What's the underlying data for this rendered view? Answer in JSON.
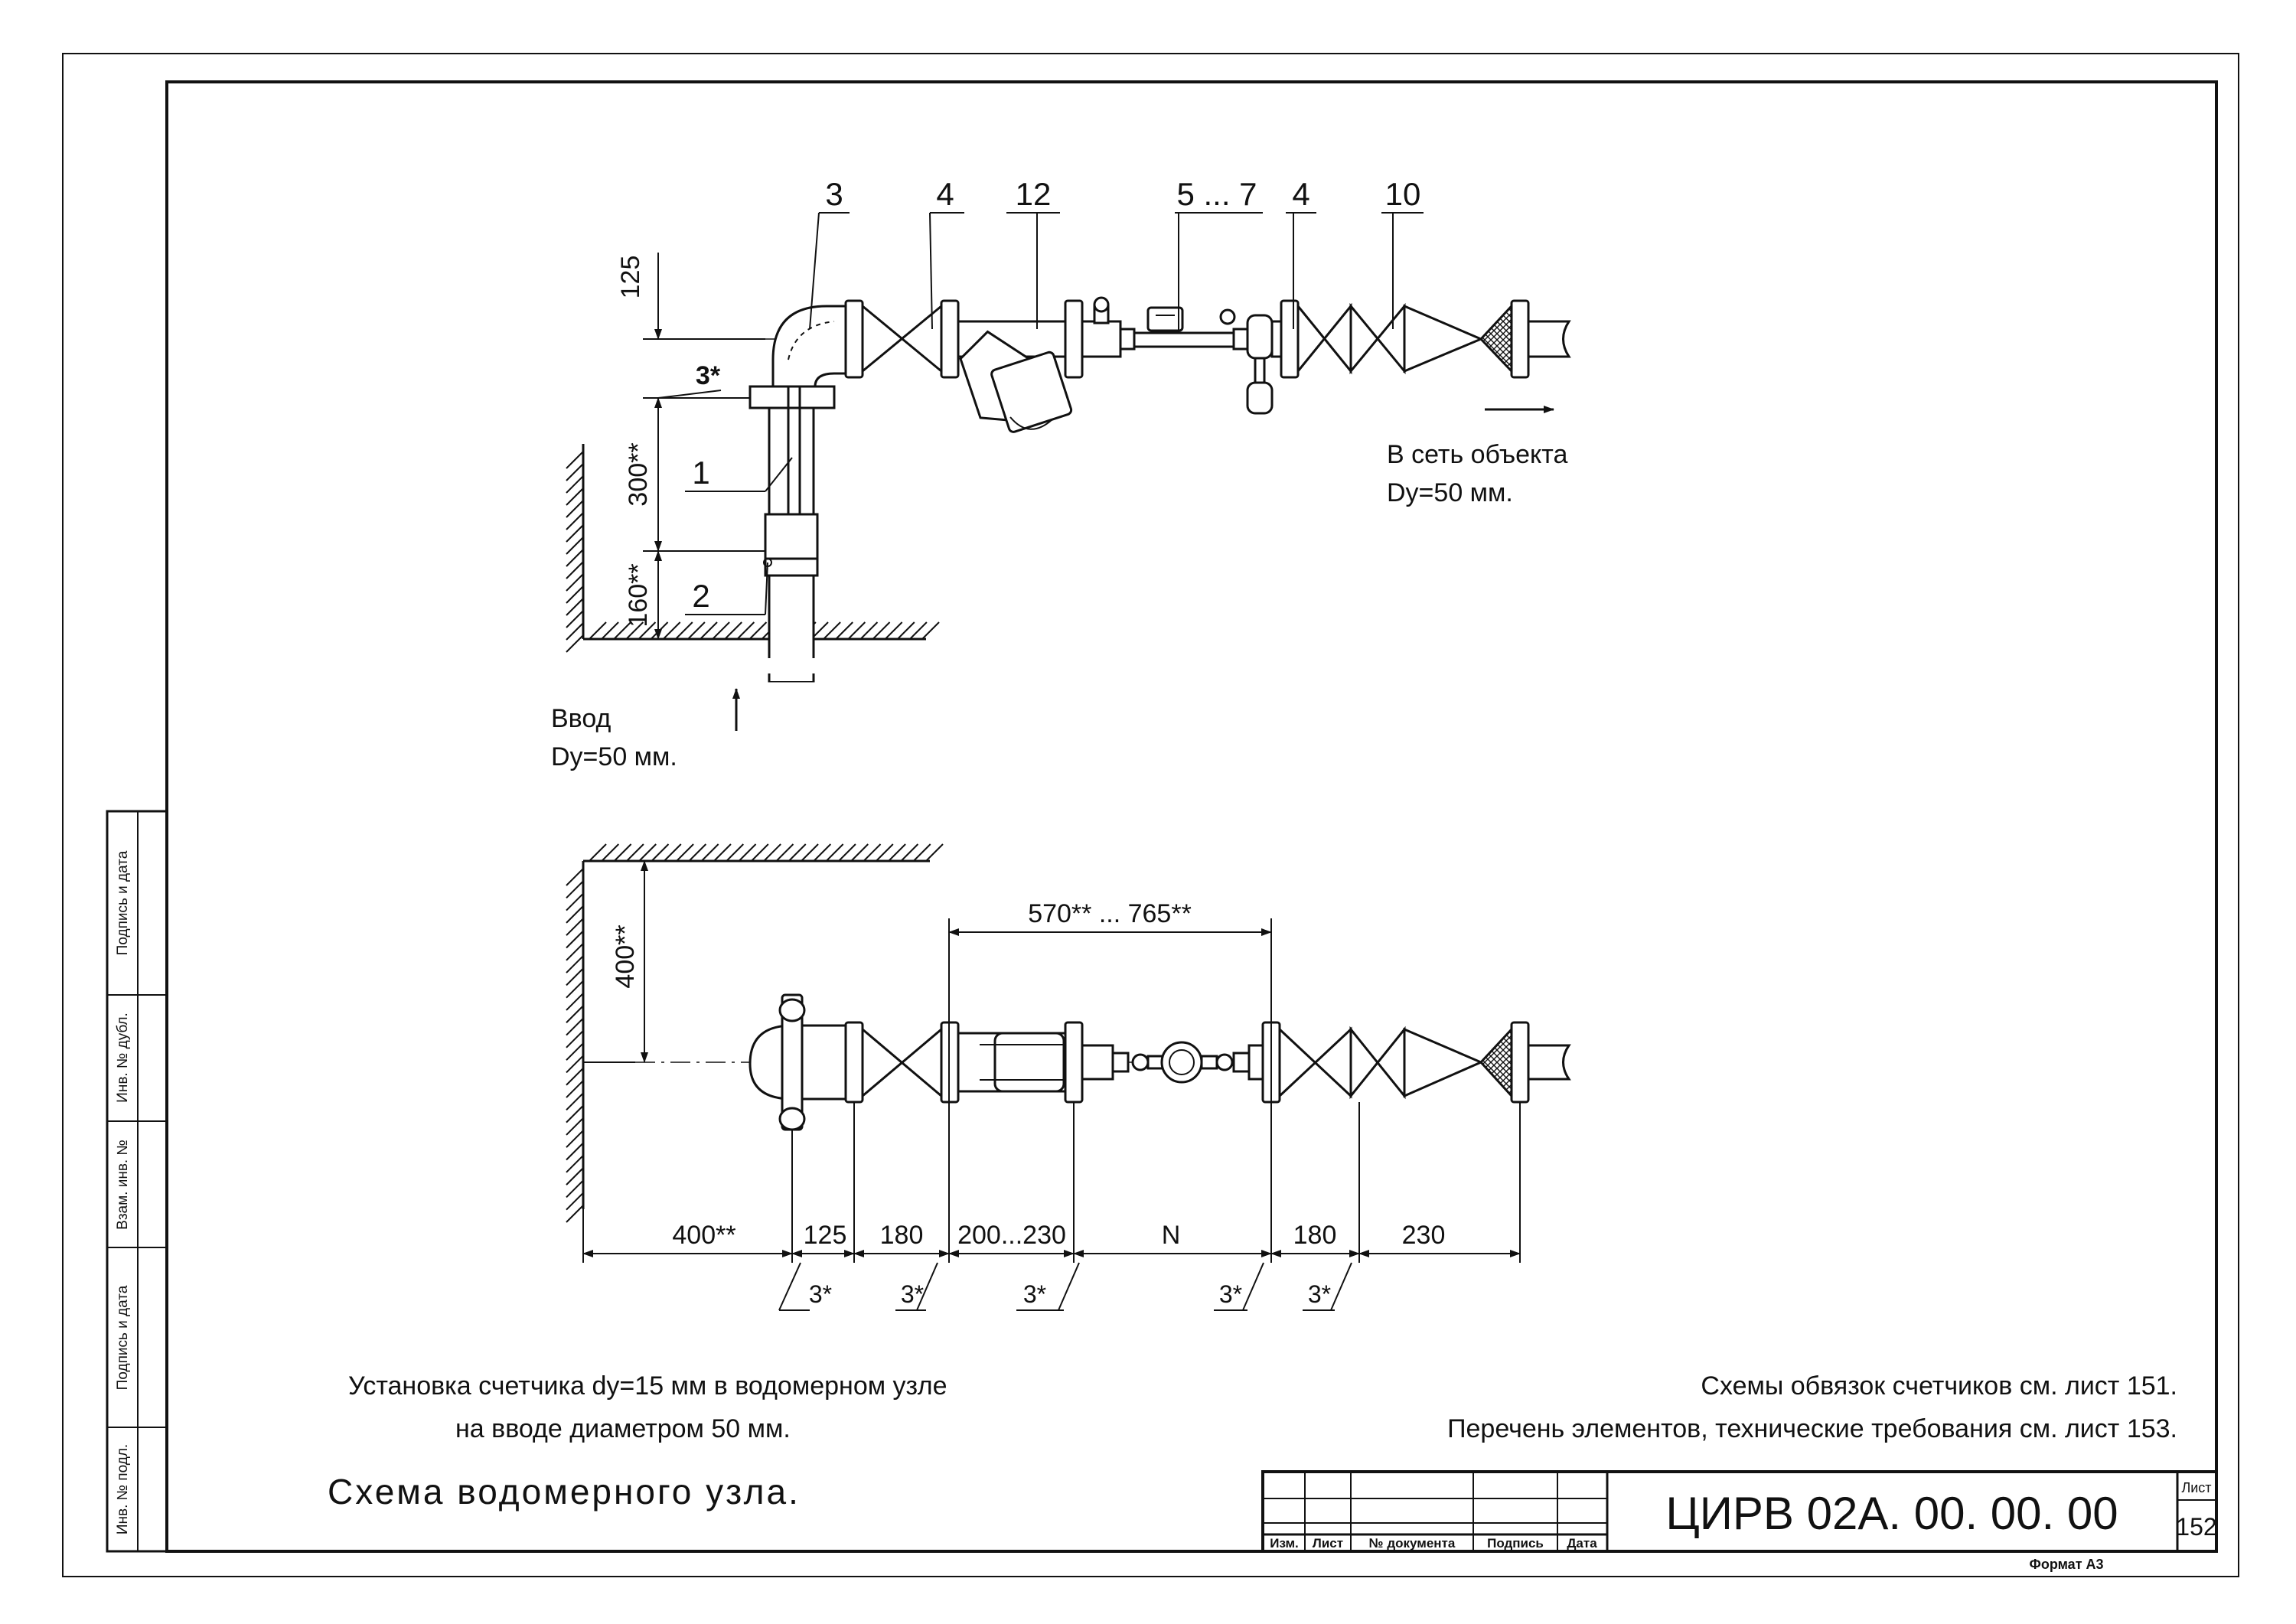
{
  "diagram": {
    "callouts_top": [
      "3",
      "4",
      "12",
      "5 ... 7",
      "4",
      "10"
    ],
    "callouts_riser": [
      "1",
      "2"
    ],
    "dims_vertical_top": [
      "125",
      "3*",
      "300**",
      "160**"
    ],
    "dim_vertical_bottom": "400**",
    "dim_span_bottom": "570** ... 765**",
    "dims_bottom_row": [
      "400**",
      "125",
      "180",
      "200...230",
      "N",
      "180",
      "230"
    ],
    "dims_bottom_stars": [
      "3*",
      "3*",
      "3*",
      "3*",
      "3*"
    ],
    "outlet_label": "В сеть объекта",
    "outlet_dn": "Dy=50 мм.",
    "inlet_label": "Ввод",
    "inlet_dn": "Dy=50 мм."
  },
  "caption": {
    "line1": "Установка счетчика dy=15 мм в водомерном узле",
    "line2": "на вводе диаметром 50 мм.",
    "title": "Схема водомерного узла."
  },
  "notes": {
    "line1": "Схемы обвязок счетчиков см. лист 151.",
    "line2": "Перечень элементов, технические требования см. лист 153."
  },
  "side_stamp": [
    "Подпись и дата",
    "Инв. № дубл.",
    "Взам. инв. №",
    "Подпись и дата",
    "Инв. № подл."
  ],
  "title_block": {
    "headers": [
      "Изм.",
      "Лист",
      "№ документа",
      "Подпись",
      "Дата"
    ],
    "designation": "ЦИРВ 02А. 00. 00. 00",
    "sheet_label": "Лист",
    "sheet_number": "152",
    "format": "Формат А3"
  }
}
